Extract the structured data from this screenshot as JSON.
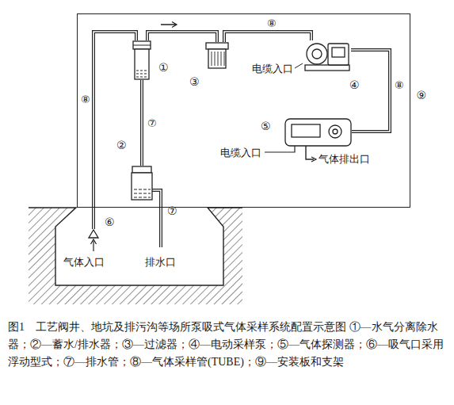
{
  "diagram": {
    "caption": "图1　工艺阀井、地坑及排污沟等场所泵吸式气体采样系统配置示意图 ①—水气分离除水器；②—蓄水/排水器；③—过滤器；④—电动采样泵；⑤—气体探测器；⑥—吸气口采用浮动型式；⑦—排水管；⑧—气体采样管(TUBE)；⑨—安装板和支架",
    "nodes": [
      {
        "text": [
          "⑨"
        ]
      },
      {
        "text": [
          "①"
        ],
        "in": 0
      },
      {
        "text": [
          "③"
        ],
        "in": 0
      },
      {
        "text": [
          "④"
        ],
        "in": 0
      },
      {
        "text": [
          "⑤"
        ],
        "in": 0
      },
      {
        "text": [
          "②"
        ],
        "in": 0
      },
      {
        "text": [
          "⑥"
        ]
      }
    ],
    "edges": [
      {
        "from": 6,
        "to": 1,
        "arrow": "none",
        "label": "⑧"
      },
      {
        "from": 1,
        "to": 2,
        "arrow": "to"
      },
      {
        "from": 2,
        "to": 3,
        "arrow": "none",
        "label": "⑧"
      },
      {
        "from": 3,
        "to": 4,
        "arrow": "none",
        "label": "⑧"
      },
      {
        "from": 1,
        "to": 5,
        "arrow": "none",
        "label": "⑦"
      }
    ],
    "labels": [
      "电缆入口",
      "电缆入口",
      "气体排出口",
      "气体入口",
      "排水口",
      "⑦"
    ]
  }
}
